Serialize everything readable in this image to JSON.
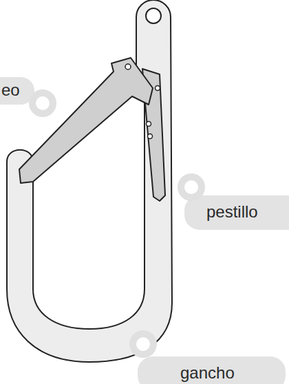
{
  "diagram": {
    "labels": [
      "eo",
      "pestillo",
      "gancho"
    ]
  }
}
